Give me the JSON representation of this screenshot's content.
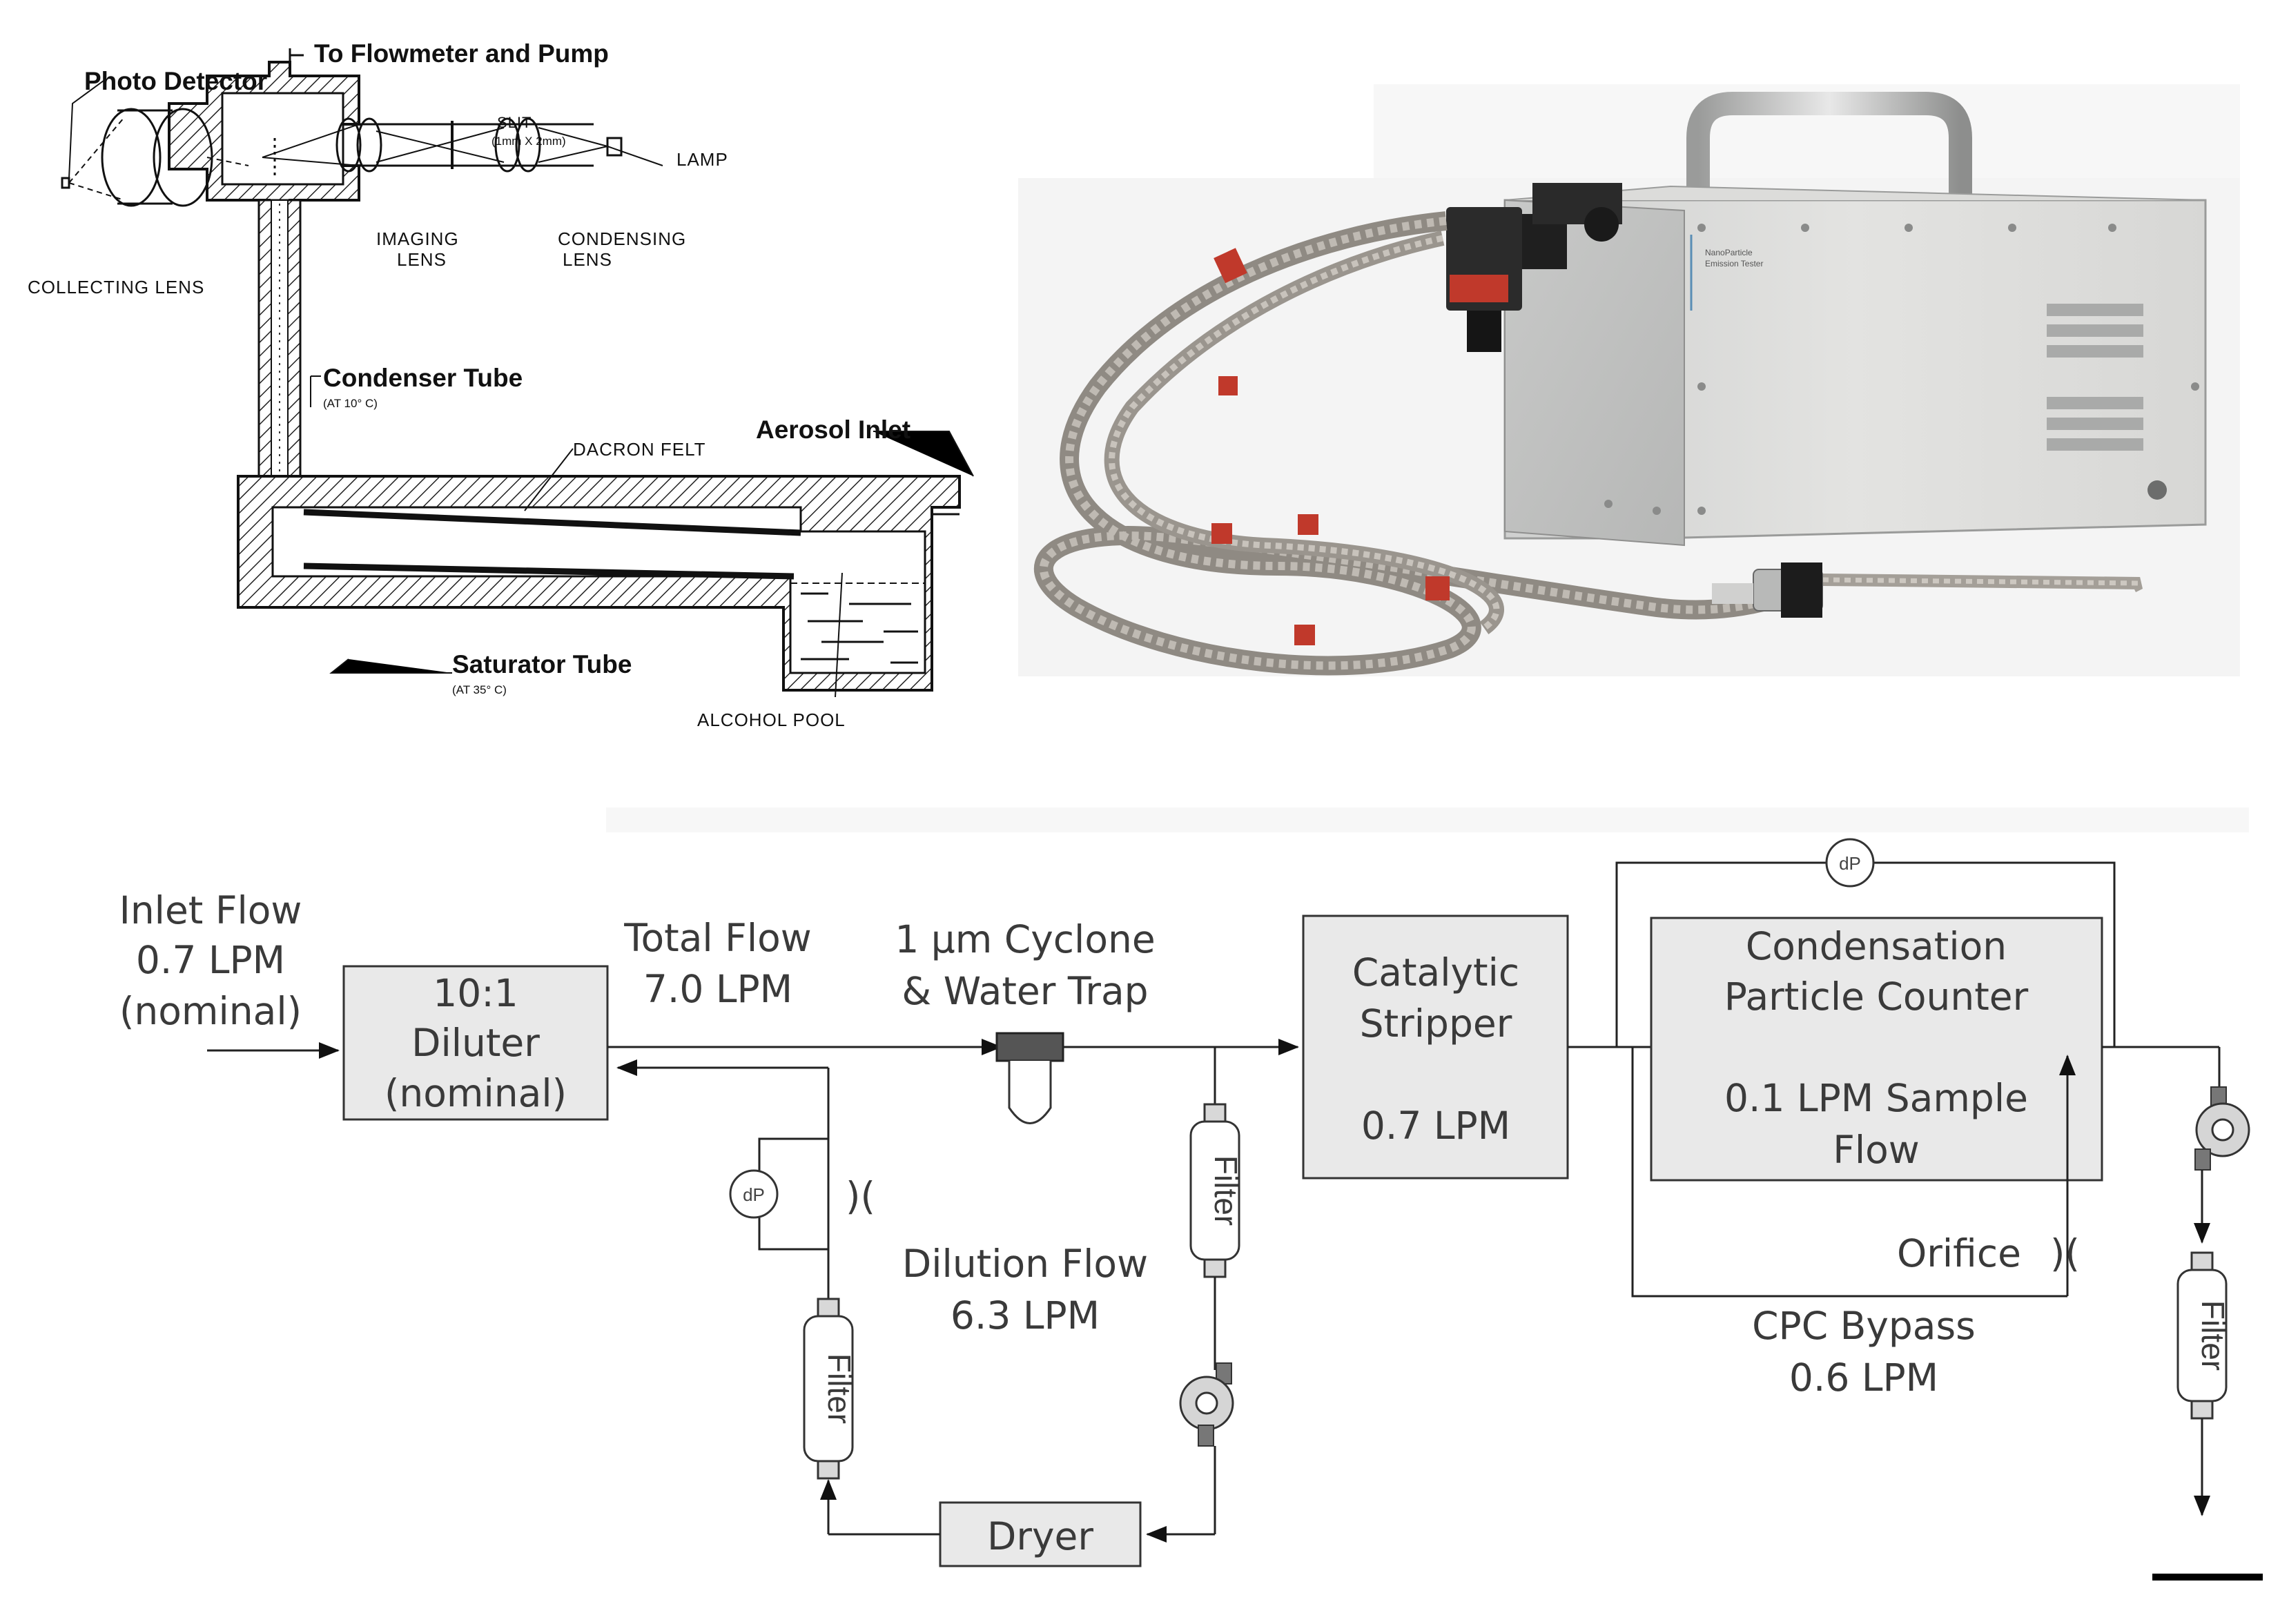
{
  "schematic": {
    "labels": {
      "photo_detector": "Photo Detector",
      "flowmeter": "To Flowmeter and Pump",
      "slit": "SLIT",
      "slit_dim": "(1mm X 2mm)",
      "lamp": "LAMP",
      "imaging_lens": [
        "IMAGING",
        "LENS"
      ],
      "condensing_lens": [
        "CONDENSING",
        "LENS"
      ],
      "collecting_lens": "COLLECTING LENS",
      "condenser_tube": "Condenser Tube",
      "condenser_temp": "(AT 10° C)",
      "dacron_felt": "DACRON FELT",
      "aerosol_inlet": "Aerosol Inlet",
      "saturator_tube": "Saturator Tube",
      "saturator_temp": "(AT 35° C)",
      "alcohol_pool": "ALCOHOL POOL"
    }
  },
  "device_photo": {
    "panel_label": [
      "NanoParticle",
      "Emission Tester"
    ]
  },
  "flow_diagram": {
    "inlet": [
      "Inlet Flow",
      "0.7 LPM",
      "(nominal)"
    ],
    "diluter": [
      "10:1",
      "Diluter",
      "(nominal)"
    ],
    "total_flow": [
      "Total Flow",
      "7.0 LPM"
    ],
    "cyclone": [
      "1 μm Cyclone",
      "& Water Trap"
    ],
    "stripper": [
      "Catalytic",
      "Stripper",
      "0.7 LPM"
    ],
    "cpc": [
      "Condensation",
      "Particle Counter",
      "0.1 LPM Sample",
      "Flow"
    ],
    "dp_label": "dP",
    "filter_label": "Filter",
    "dilution_flow": [
      "Dilution Flow",
      "6.3 LPM"
    ],
    "dryer": "Dryer",
    "orifice": "Orifice",
    "bypass": [
      "CPC Bypass",
      "0.6 LPM"
    ],
    "orifice_symbol": ")("
  }
}
